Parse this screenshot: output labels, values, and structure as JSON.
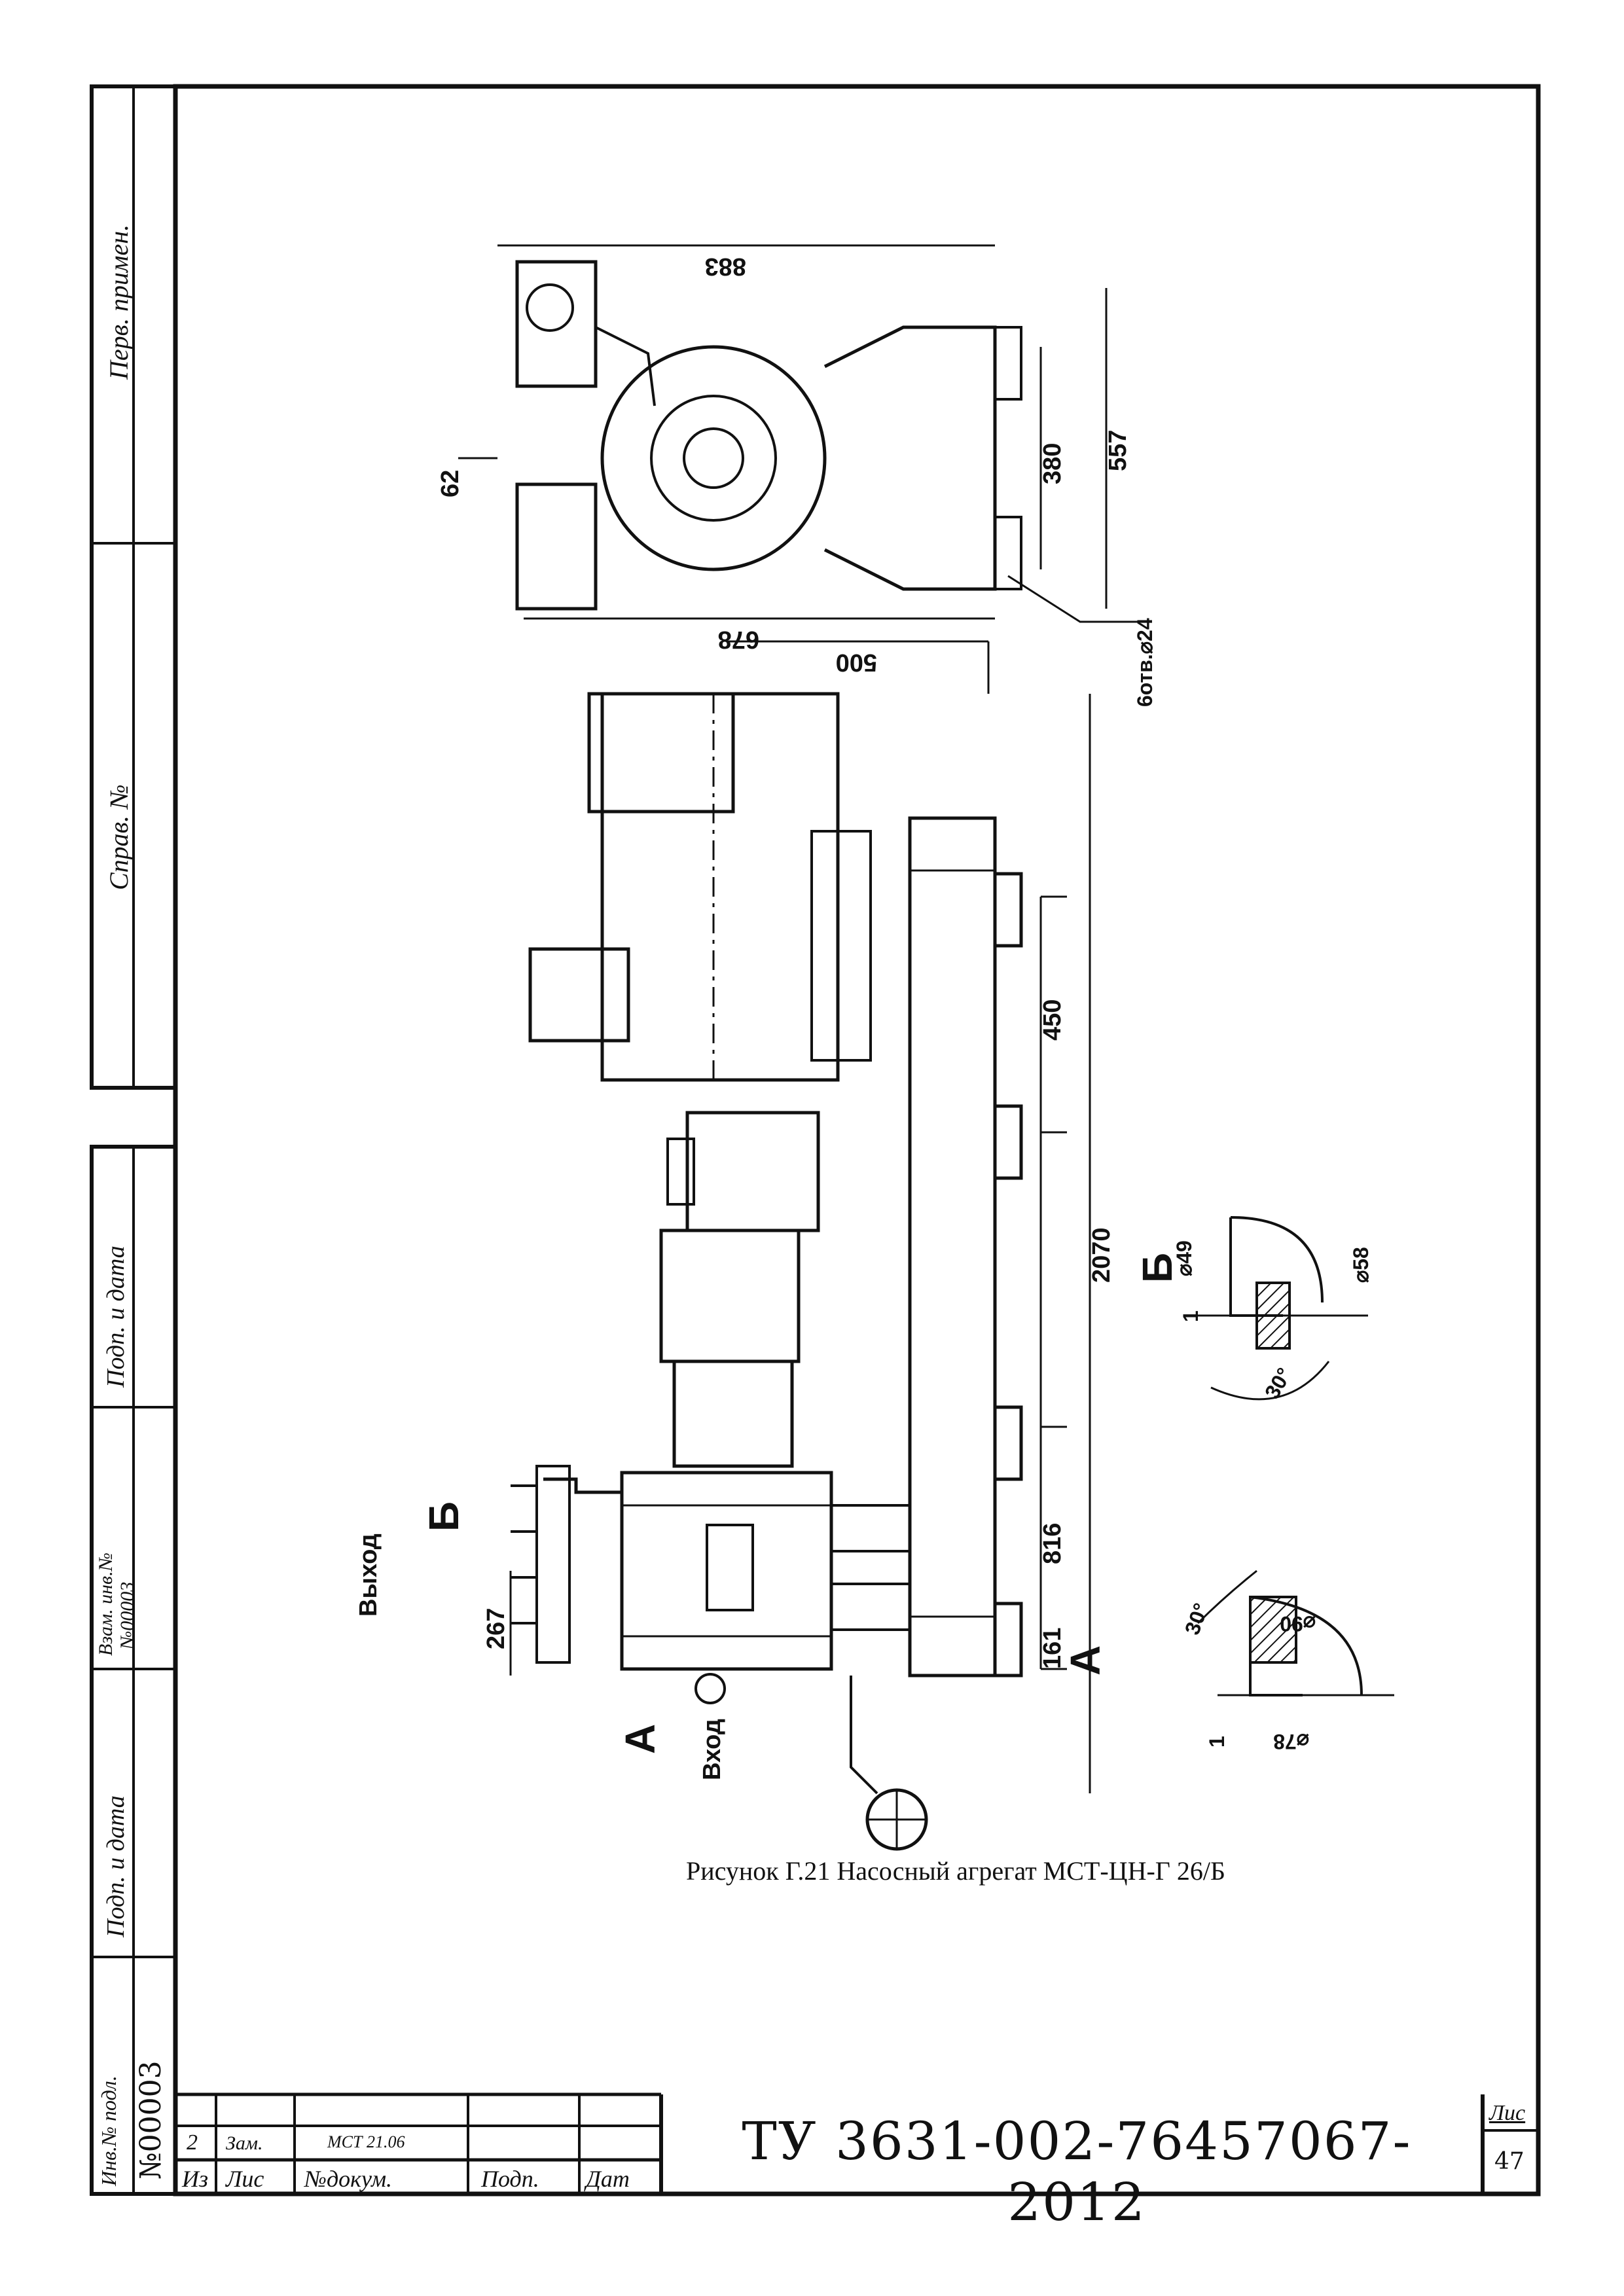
{
  "stamp": {
    "perv_primen": "Перв. примен.",
    "sprav_no": "Справ. №",
    "podp_i_data_1": "Подп. и дата",
    "vzam_inv_no": "Взам. инв.№",
    "vzam_inv_value": "№00003",
    "podp_i_data_2": "Подп. и дата",
    "inv_no_podl": "Инв.№ подл.",
    "inv_no_value": "№00003"
  },
  "drawing": {
    "caption": "Рисунок Г.21 Насосный агрегат МСТ-ЦН-Г 26/Б",
    "flow_out_label": "Выход",
    "flow_in_label": "Вход",
    "section_a": "А",
    "section_b": "Б",
    "dims_side": {
      "width_total": "883",
      "width_lower": "678",
      "offset_62": "62",
      "base_380": "380",
      "base_557": "557",
      "holes": "6отв.⌀24"
    },
    "dims_front": {
      "d500": "500",
      "d450": "450",
      "d2070": "2070",
      "d816": "816",
      "d267": "267",
      "d161": "161"
    },
    "detail_b": {
      "d49": "⌀49",
      "d58": "⌀58",
      "one": "1",
      "angle": "30°"
    },
    "detail_a": {
      "d90": "⌀90",
      "d78": "⌀78",
      "one": "1",
      "angle": "30°"
    }
  },
  "title_block": {
    "rev_no": "2",
    "change": "Зам.",
    "doc_no": "МСТ 21.06",
    "col_iz": "Из",
    "col_list": "Лис",
    "col_doc": "№докум.",
    "col_podp": "Подп.",
    "col_date": "Дат",
    "document_code": "ТУ 3631-002-76457067-2012",
    "sheet_label": "Лис",
    "sheet_number": "47"
  }
}
